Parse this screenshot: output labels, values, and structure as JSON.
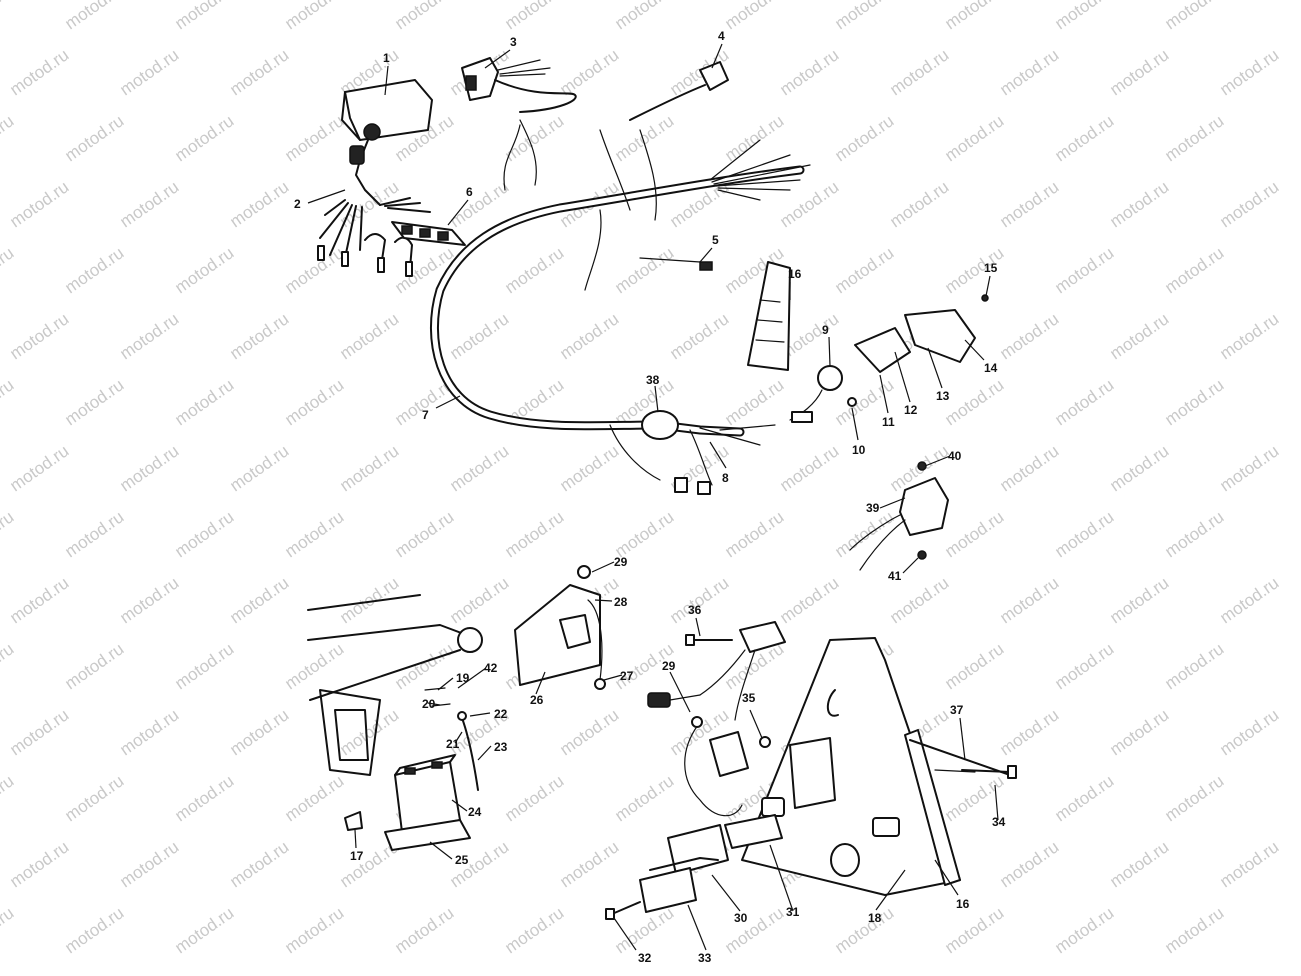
{
  "watermark": {
    "text": "motod.ru"
  },
  "callouts": [
    {
      "id": "c1",
      "label": "1"
    },
    {
      "id": "c2",
      "label": "2"
    },
    {
      "id": "c3",
      "label": "3"
    },
    {
      "id": "c4",
      "label": "4"
    },
    {
      "id": "c5",
      "label": "5"
    },
    {
      "id": "c6",
      "label": "6"
    },
    {
      "id": "c7",
      "label": "7"
    },
    {
      "id": "c8",
      "label": "8"
    },
    {
      "id": "c9",
      "label": "9"
    },
    {
      "id": "c10",
      "label": "10"
    },
    {
      "id": "c11",
      "label": "11"
    },
    {
      "id": "c12",
      "label": "12"
    },
    {
      "id": "c13",
      "label": "13"
    },
    {
      "id": "c14",
      "label": "14"
    },
    {
      "id": "c15",
      "label": "15"
    },
    {
      "id": "c16a",
      "label": "16"
    },
    {
      "id": "c16b",
      "label": "16"
    },
    {
      "id": "c17",
      "label": "17"
    },
    {
      "id": "c18",
      "label": "18"
    },
    {
      "id": "c19",
      "label": "19"
    },
    {
      "id": "c20",
      "label": "20"
    },
    {
      "id": "c21",
      "label": "21"
    },
    {
      "id": "c22",
      "label": "22"
    },
    {
      "id": "c23",
      "label": "23"
    },
    {
      "id": "c24",
      "label": "24"
    },
    {
      "id": "c25",
      "label": "25"
    },
    {
      "id": "c26",
      "label": "26"
    },
    {
      "id": "c27",
      "label": "27"
    },
    {
      "id": "c28",
      "label": "28"
    },
    {
      "id": "c29a",
      "label": "29"
    },
    {
      "id": "c29b",
      "label": "29"
    },
    {
      "id": "c30",
      "label": "30"
    },
    {
      "id": "c31",
      "label": "31"
    },
    {
      "id": "c32",
      "label": "32"
    },
    {
      "id": "c33",
      "label": "33"
    },
    {
      "id": "c34",
      "label": "34"
    },
    {
      "id": "c35",
      "label": "35"
    },
    {
      "id": "c36",
      "label": "36"
    },
    {
      "id": "c37",
      "label": "37"
    },
    {
      "id": "c38",
      "label": "38"
    },
    {
      "id": "c39",
      "label": "39"
    },
    {
      "id": "c40",
      "label": "40"
    },
    {
      "id": "c41",
      "label": "41"
    },
    {
      "id": "c42",
      "label": "42"
    }
  ]
}
